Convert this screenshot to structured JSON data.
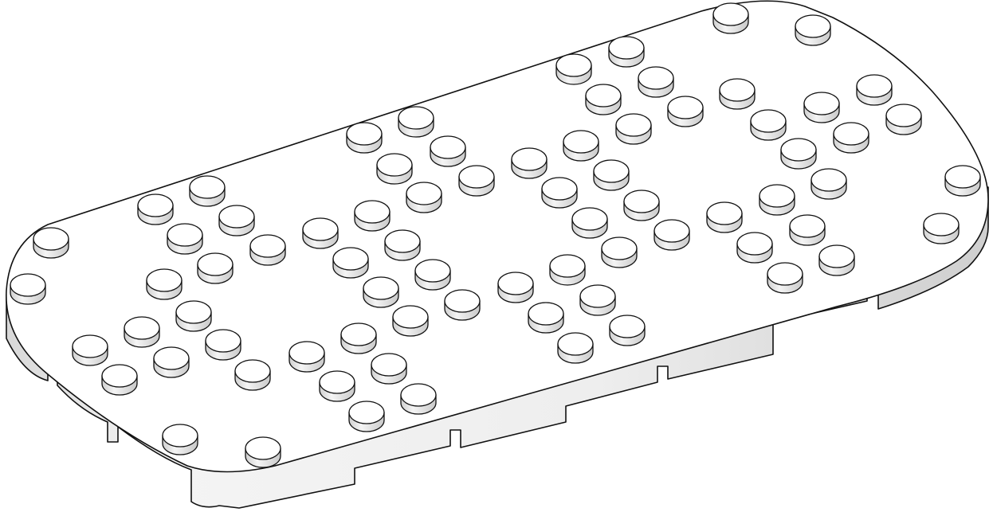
{
  "figure": {
    "subject": "perforated-base-plate",
    "colors": {
      "background": "#ffffff",
      "outline": "#111111",
      "top_face": "#ffffff",
      "side_light": "#f4f4f4",
      "side_mid": "#e6e6e6",
      "side_dark": "#cfcfcf",
      "stud_top": "#ffffff",
      "stud_side": "#dcdcdc"
    },
    "stud_groups": 4,
    "corner_studs": 8,
    "underside_notches": 8
  }
}
